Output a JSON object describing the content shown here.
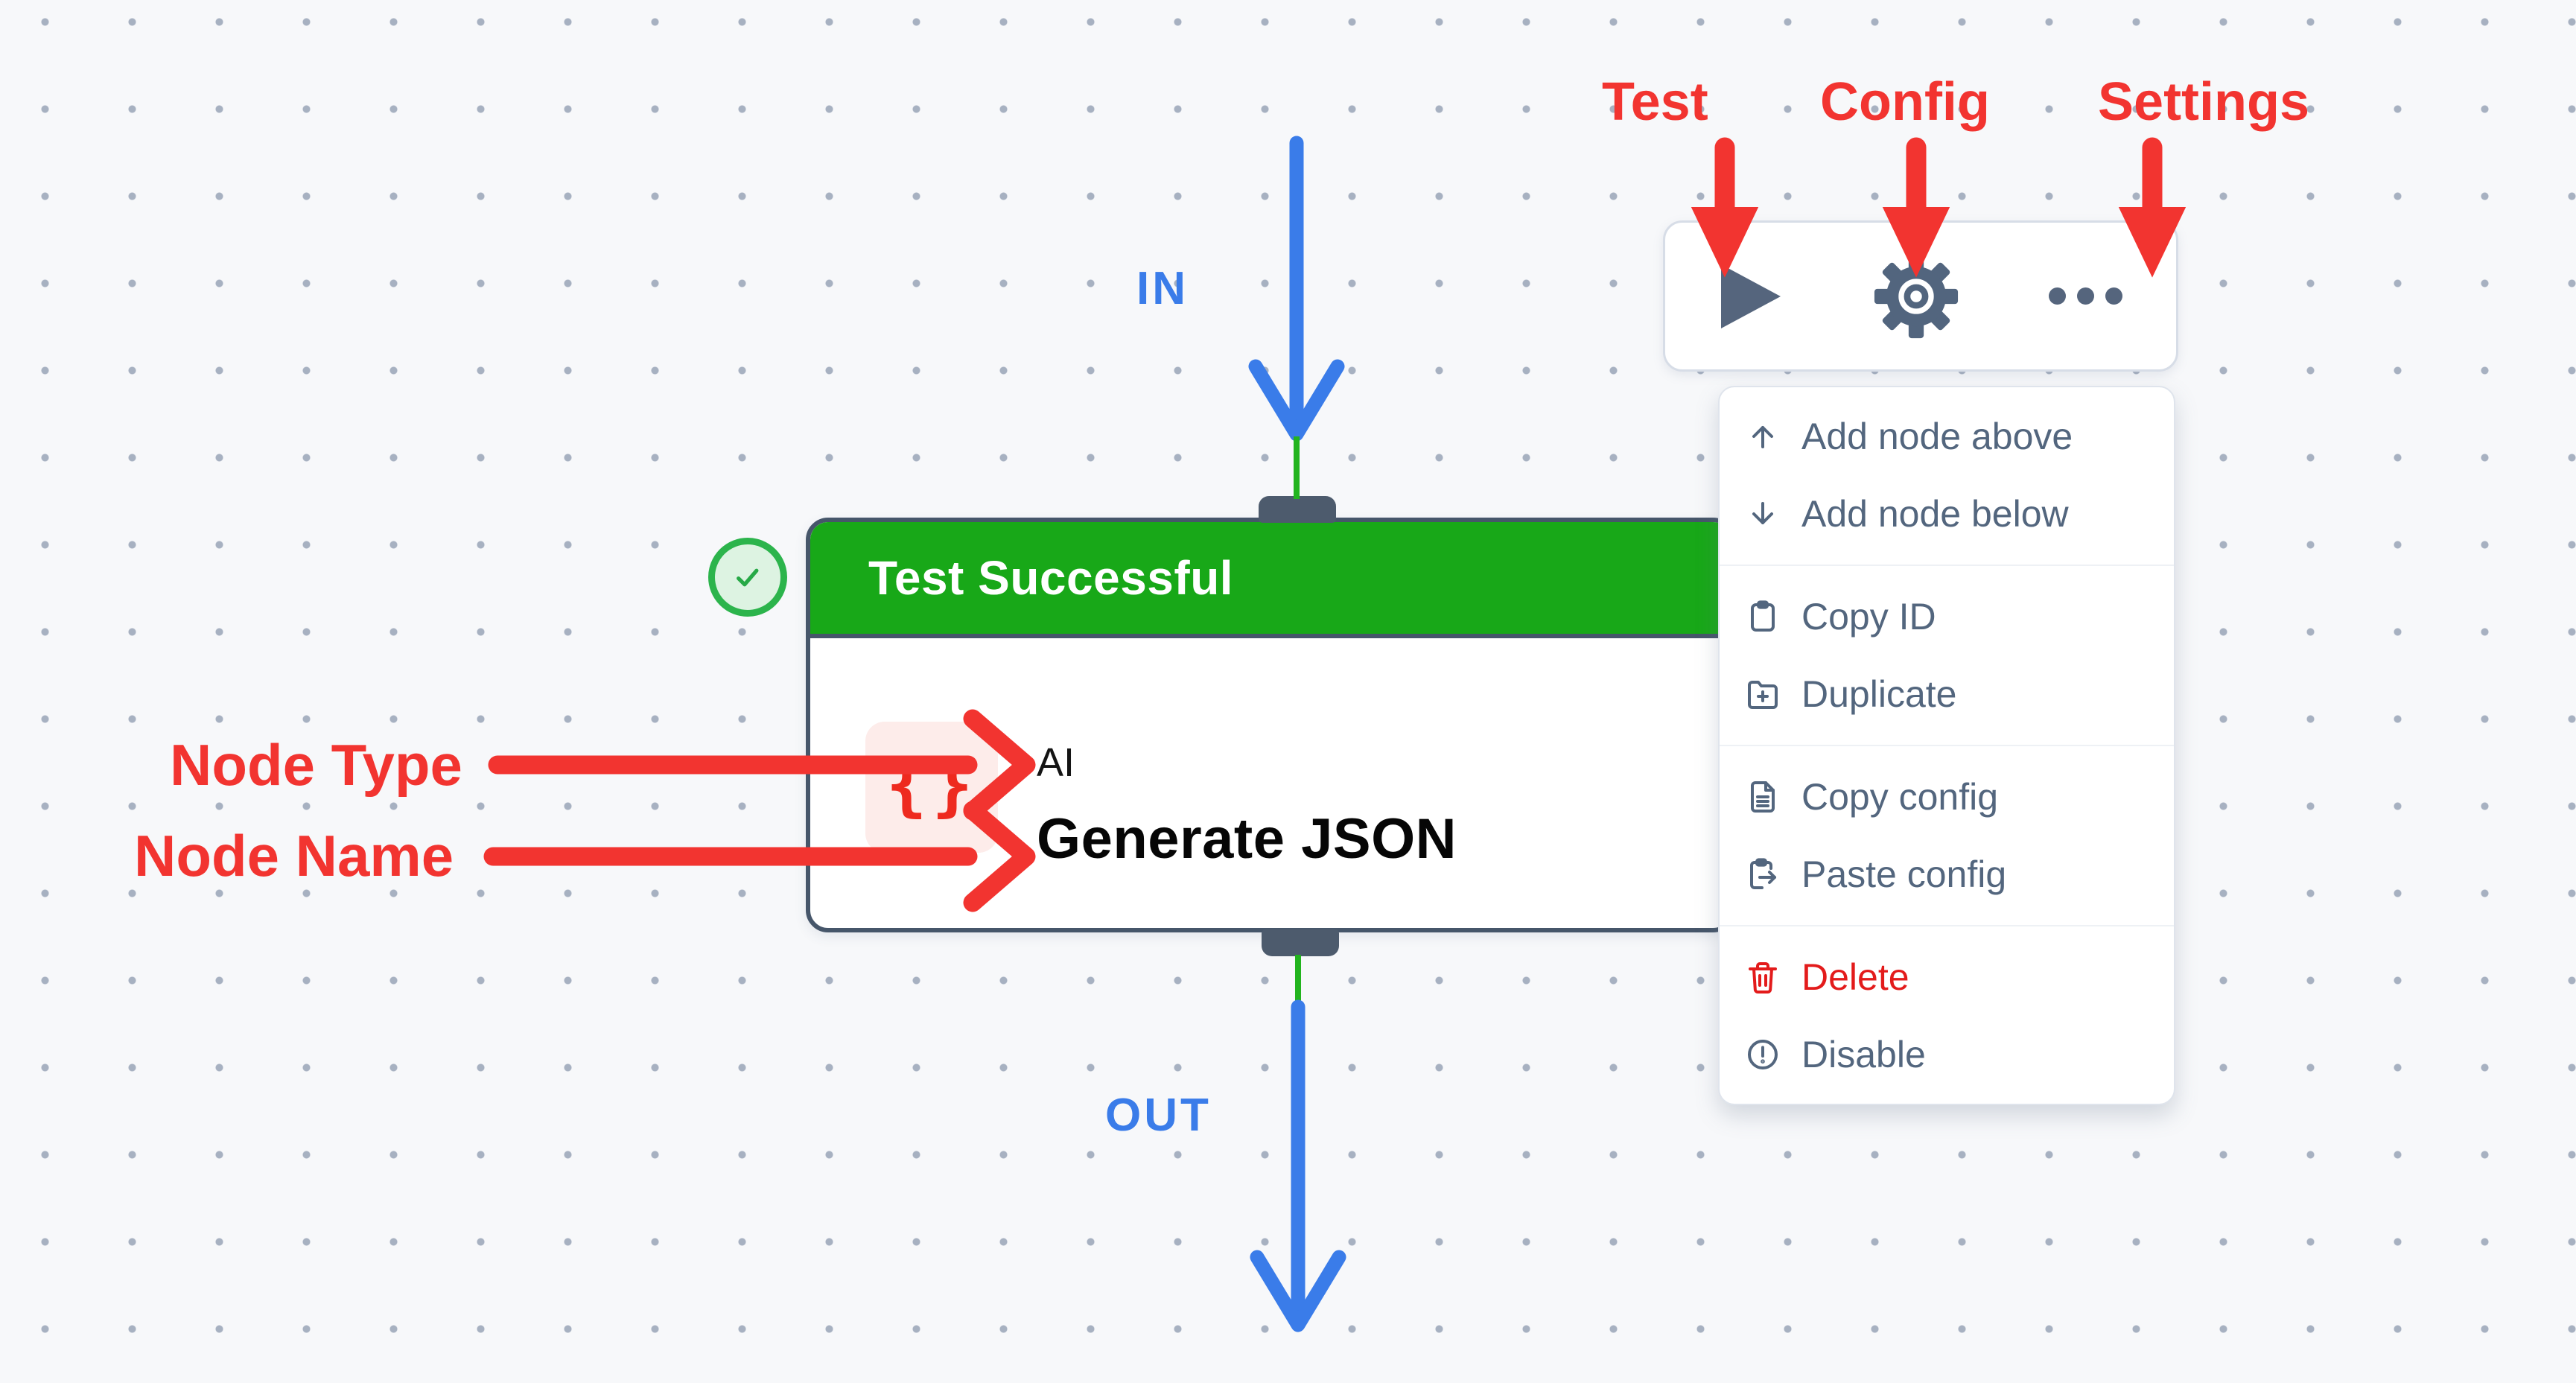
{
  "annotations": {
    "color": "#f23430",
    "toolbar_labels": [
      {
        "text": "Test"
      },
      {
        "text": "Config"
      },
      {
        "text": "Settings"
      }
    ],
    "node_type_label": "Node Type",
    "node_name_label": "Node Name"
  },
  "flow": {
    "in_label": "IN",
    "out_label": "OUT",
    "arrow_color": "#3a7ce9",
    "edge_color": "#22b41e"
  },
  "node": {
    "status_text": "Test Successful",
    "status_color": "#18a818",
    "type_text": "AI",
    "name_text": "Generate JSON",
    "type_icon_glyph": "{}",
    "type_icon_color": "#ee2a1f",
    "border_color": "#46566a"
  },
  "toolbar": {
    "buttons": [
      {
        "icon": "play-icon"
      },
      {
        "icon": "gear-icon"
      },
      {
        "icon": "ellipsis-icon"
      }
    ]
  },
  "menu": {
    "text_color": "#53667e",
    "danger_color": "#e31b1b",
    "items": [
      {
        "icon": "arrow-up-icon",
        "label": "Add node above"
      },
      {
        "icon": "arrow-down-icon",
        "label": "Add node below"
      },
      {
        "icon": "clipboard-icon",
        "label": "Copy ID"
      },
      {
        "icon": "folder-plus-icon",
        "label": "Duplicate"
      },
      {
        "icon": "file-text-icon",
        "label": "Copy config"
      },
      {
        "icon": "clipboard-paste-icon",
        "label": "Paste config"
      },
      {
        "icon": "trash-icon",
        "label": "Delete"
      },
      {
        "icon": "alert-circle-icon",
        "label": "Disable"
      }
    ]
  }
}
